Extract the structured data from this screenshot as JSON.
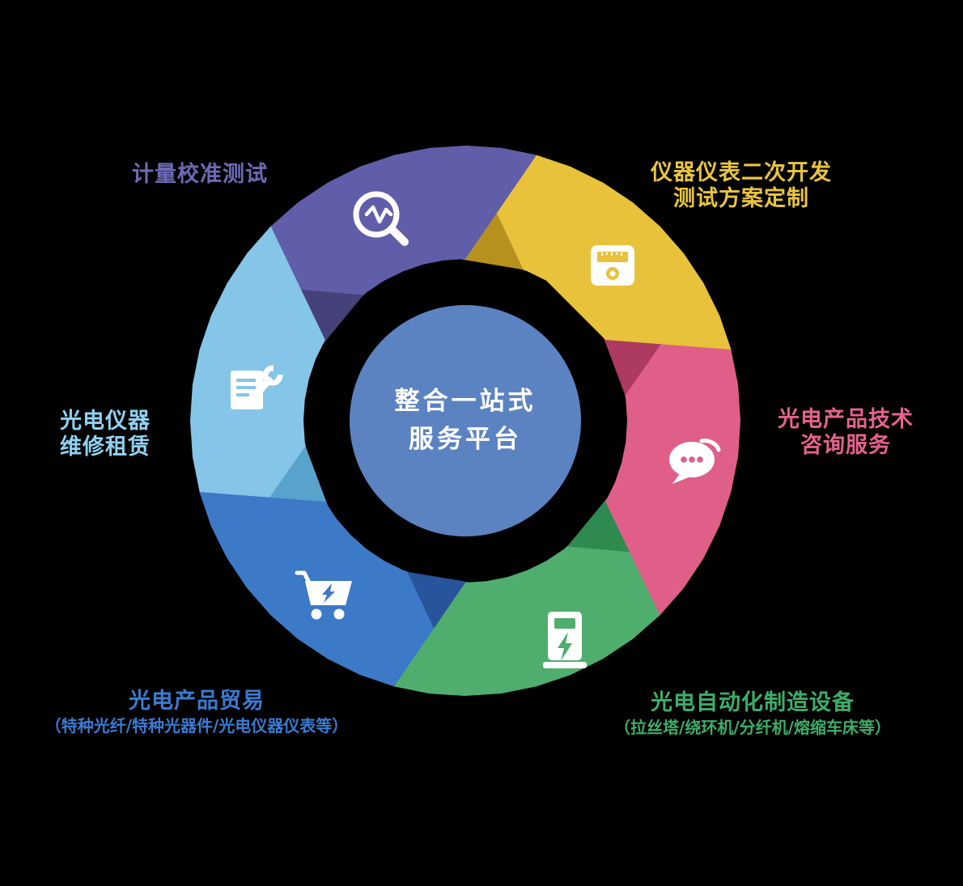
{
  "center": {
    "line1": "整合一站式",
    "line2": "服务平台",
    "color": "#5b83c1",
    "text_color": "#ffffff"
  },
  "segments": [
    {
      "id": "purple",
      "label_lines": [
        "计量校准测试"
      ],
      "color": "#605da9",
      "dark": "#454279",
      "label_color": "#6d6ab6",
      "icon": "magnifier-pulse-icon"
    },
    {
      "id": "yellow",
      "label_lines": [
        "仪器仪表二次开发",
        "测试方案定制"
      ],
      "color": "#e7c23a",
      "dark": "#b7911d",
      "label_color": "#e9c53e",
      "icon": "meter-icon"
    },
    {
      "id": "pink",
      "label_lines": [
        "光电产品技术",
        "咨询服务"
      ],
      "color": "#df5f88",
      "dark": "#ad3a60",
      "label_color": "#e4638e",
      "icon": "chat-icon"
    },
    {
      "id": "green",
      "label_lines": [
        "光电自动化制造设备",
        "（拉丝塔/绕环机/分纤机/熔缩车床等）"
      ],
      "color": "#4fae6e",
      "dark": "#2f8a50",
      "label_color": "#3cae68",
      "icon": "charger-icon"
    },
    {
      "id": "blue",
      "label_lines": [
        "光电产品贸易",
        "（特种光纤/特种光器件/光电仪器仪表等）"
      ],
      "color": "#3c7ac7",
      "dark": "#27549b",
      "label_color": "#3b7bd0",
      "icon": "cart-icon"
    },
    {
      "id": "lightblue",
      "label_lines": [
        "光电仪器",
        "维修租赁"
      ],
      "color": "#85c5e8",
      "dark": "#58a3cc",
      "label_color": "#8fd2f2",
      "icon": "document-wrench-icon"
    }
  ],
  "background": "#000000"
}
